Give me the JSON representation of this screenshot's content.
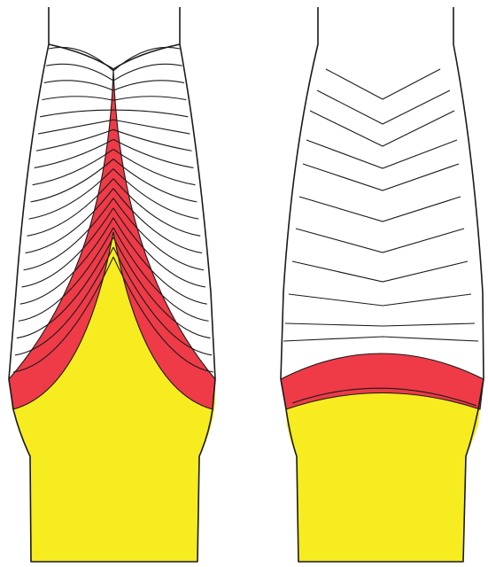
{
  "colors": {
    "background": "#ffffff",
    "outline": "#1a1a1a",
    "red_zone": "#ee3b47",
    "yellow_zone": "#f6ec1f"
  },
  "panels": [
    {
      "name": "left-diagram",
      "pattern": "chevron-layers-with-central-spike"
    },
    {
      "name": "right-diagram",
      "pattern": "chevron-layers-with-flat-dome"
    }
  ]
}
